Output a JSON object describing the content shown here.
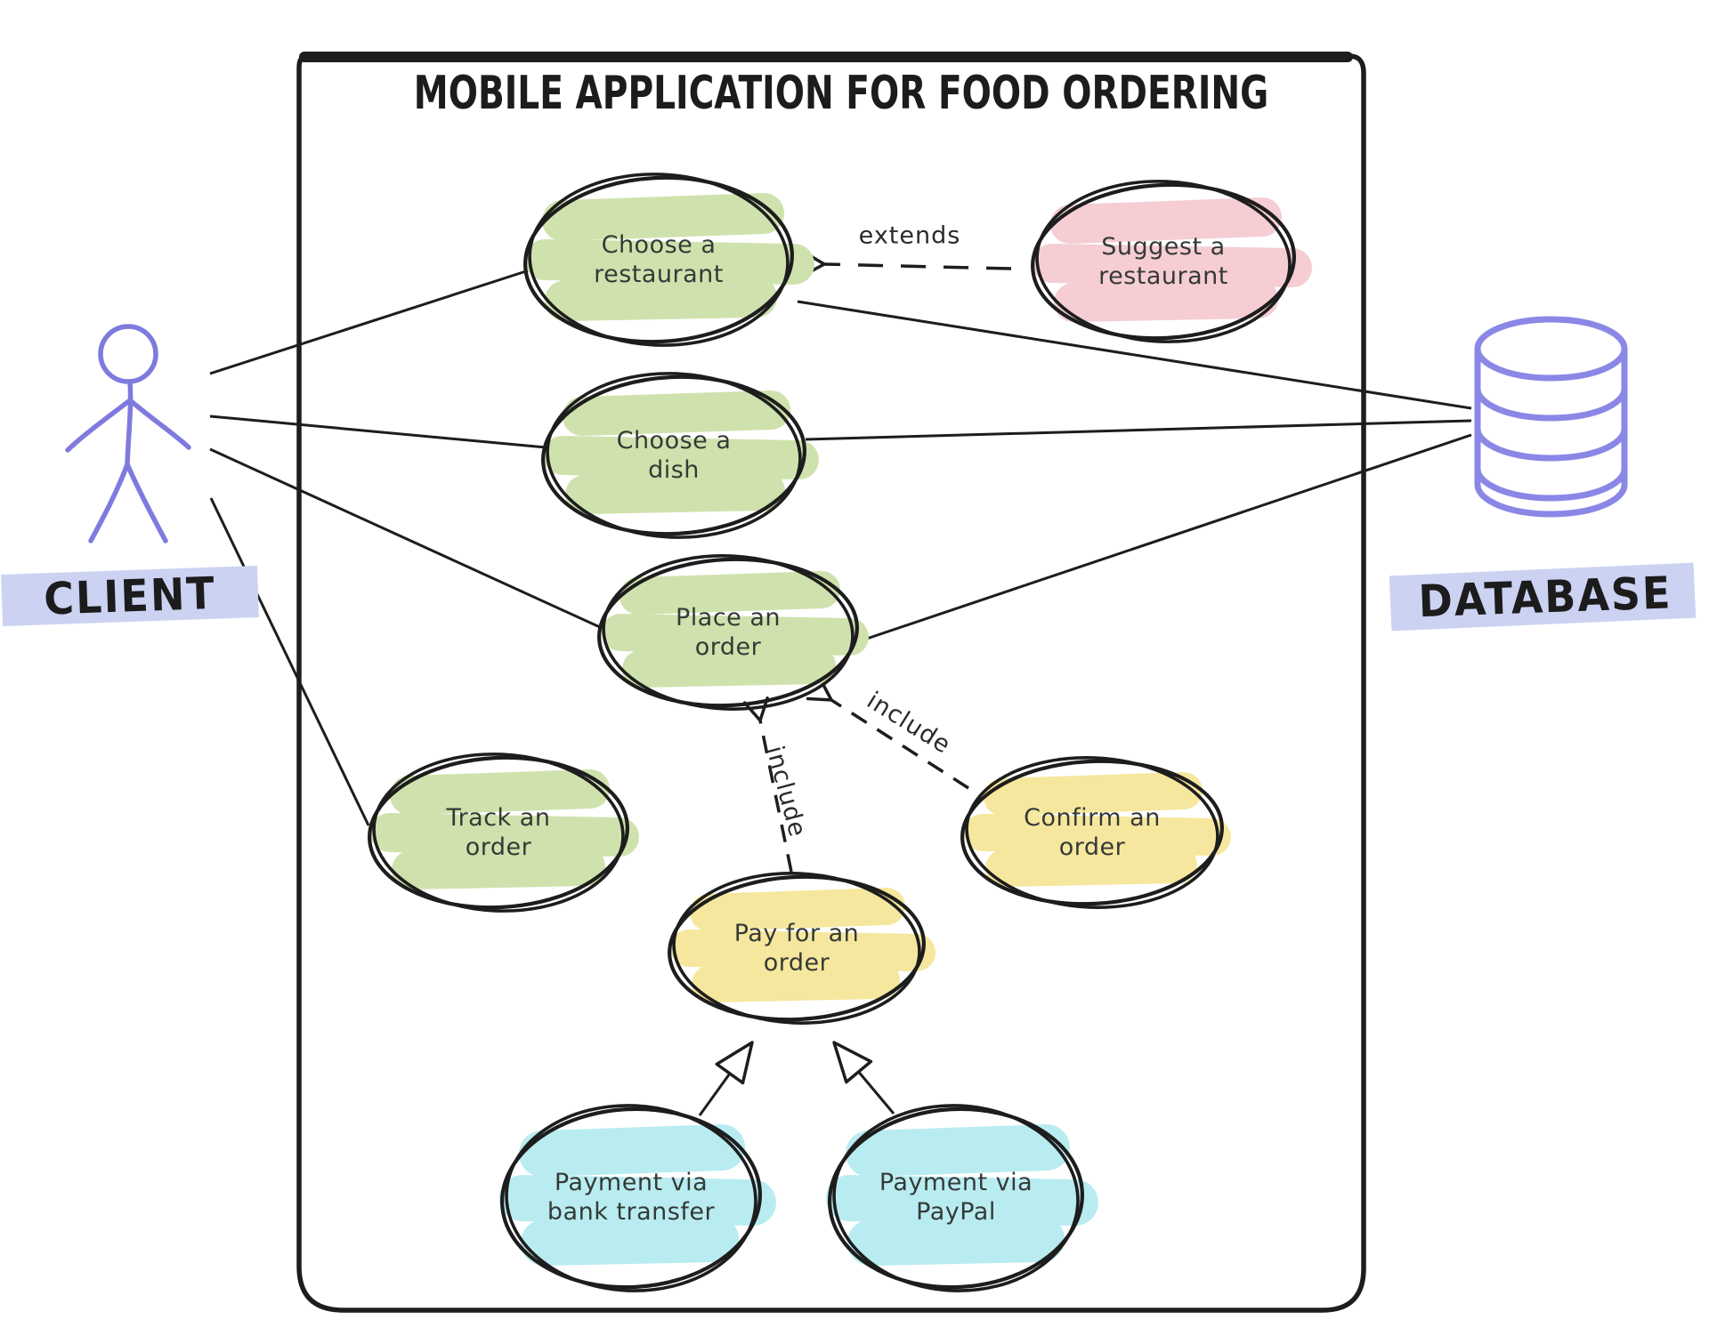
{
  "title": "MOBILE APPLICATION FOR FOOD ORDERING",
  "actors": {
    "client": {
      "label": "CLIENT",
      "icon": "stick-figure-person"
    },
    "database": {
      "label": "DATABASE",
      "icon": "database-cylinder"
    }
  },
  "use_cases": [
    {
      "id": "choose-restaurant",
      "label": "Choose a restaurant",
      "color": "#cfe2ad"
    },
    {
      "id": "suggest-restaurant",
      "label": "Suggest a restaurant",
      "color": "#f5cdd3"
    },
    {
      "id": "choose-dish",
      "label": "Choose a dish",
      "color": "#cfe2ad"
    },
    {
      "id": "place-order",
      "label": "Place an order",
      "color": "#cfe2ad"
    },
    {
      "id": "track-order",
      "label": "Track an order",
      "color": "#cfe2ad"
    },
    {
      "id": "confirm-order",
      "label": "Confirm an order",
      "color": "#f6e79e"
    },
    {
      "id": "pay-order",
      "label": "Pay for an order",
      "color": "#f6e79e"
    },
    {
      "id": "payment-bank-transfer",
      "label": "Payment via bank transfer",
      "color": "#b9ecf1"
    },
    {
      "id": "payment-paypal",
      "label": "Payment via PayPal",
      "color": "#b9ecf1"
    }
  ],
  "edges": [
    {
      "type": "extend",
      "from": "Suggest a restaurant",
      "to": "Choose a restaurant",
      "label": "extends",
      "style": "dashed-open-arrow"
    },
    {
      "type": "include",
      "from": "Pay for an order",
      "to": "Place an order",
      "label": "include",
      "style": "dashed-open-arrow"
    },
    {
      "type": "include",
      "from": "Confirm an order",
      "to": "Place an order",
      "label": "include",
      "style": "dashed-open-arrow"
    },
    {
      "type": "generalization",
      "from": "Payment via bank transfer",
      "to": "Pay for an order",
      "style": "solid-hollow-triangle"
    },
    {
      "type": "generalization",
      "from": "Payment via PayPal",
      "to": "Pay for an order",
      "style": "solid-hollow-triangle"
    },
    {
      "type": "association",
      "from": "CLIENT",
      "to": "Choose a restaurant",
      "style": "solid"
    },
    {
      "type": "association",
      "from": "CLIENT",
      "to": "Choose a dish",
      "style": "solid"
    },
    {
      "type": "association",
      "from": "CLIENT",
      "to": "Place an order",
      "style": "solid"
    },
    {
      "type": "association",
      "from": "CLIENT",
      "to": "Track an order",
      "style": "solid"
    },
    {
      "type": "association",
      "from": "DATABASE",
      "to": "Choose a restaurant",
      "style": "solid"
    },
    {
      "type": "association",
      "from": "DATABASE",
      "to": "Choose a dish",
      "style": "solid"
    },
    {
      "type": "association",
      "from": "DATABASE",
      "to": "Place an order",
      "style": "solid"
    }
  ],
  "colors": {
    "usecase_green": "#cfe2ad",
    "usecase_pink": "#f5cdd3",
    "usecase_yellow": "#f6e79e",
    "usecase_cyan": "#b9ecf1",
    "actor_purple": "#7e7ade",
    "database_purple": "#8b87e6",
    "label_highlight": "#cbd2f2",
    "outline_black": "#1d1d1d",
    "background": "#ffffff"
  }
}
